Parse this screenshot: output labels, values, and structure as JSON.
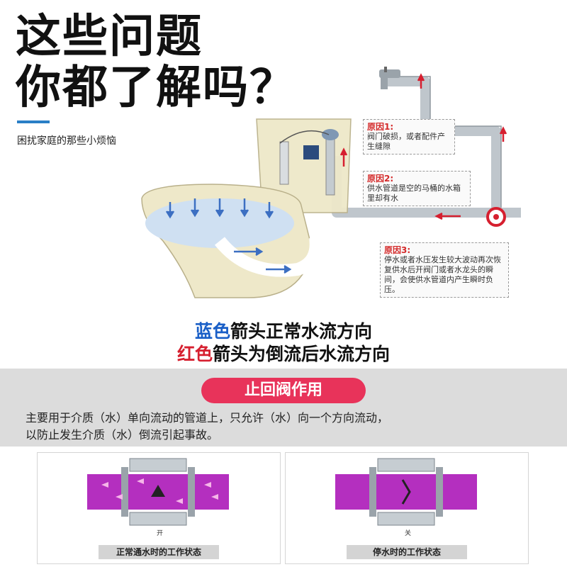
{
  "heading": {
    "line1": "这些问题",
    "line2": "你都了解吗？"
  },
  "subtitle": "困扰家庭的那些小烦恼",
  "callouts": [
    {
      "title": "原因1:",
      "text": "阀门破损，或者配件产生缝隙"
    },
    {
      "title": "原因2:",
      "text": "供水管道是空的马桶的水箱里却有水"
    },
    {
      "title": "原因3:",
      "text": "停水或者水压发生较大波动再次恢复供水后开阀门或者水龙头的瞬间，会使供水管道内产生瞬时负压。"
    }
  ],
  "legend": {
    "blue_word": "蓝色",
    "blue_rest": "箭头正常水流方向",
    "red_word": "红色",
    "red_rest": "箭头为倒流后水流方向"
  },
  "check_valve": {
    "title": "止回阀作用",
    "desc_line1": "主要用于介质（水）单向流动的管道上，只允许（水）向一个方向流动，",
    "desc_line2": "以防止发生介质（水）倒流引起事故。"
  },
  "panels": {
    "open": {
      "state": "开",
      "label": "正常通水时的工作状态"
    },
    "closed": {
      "state": "关",
      "label": "停水时的工作状态"
    }
  },
  "colors": {
    "blue": "#1a5fc7",
    "red": "#d61f2f",
    "pill": "#e8335a",
    "pipe_fluid": "#b42fbf",
    "accent": "#2a7fc6"
  }
}
